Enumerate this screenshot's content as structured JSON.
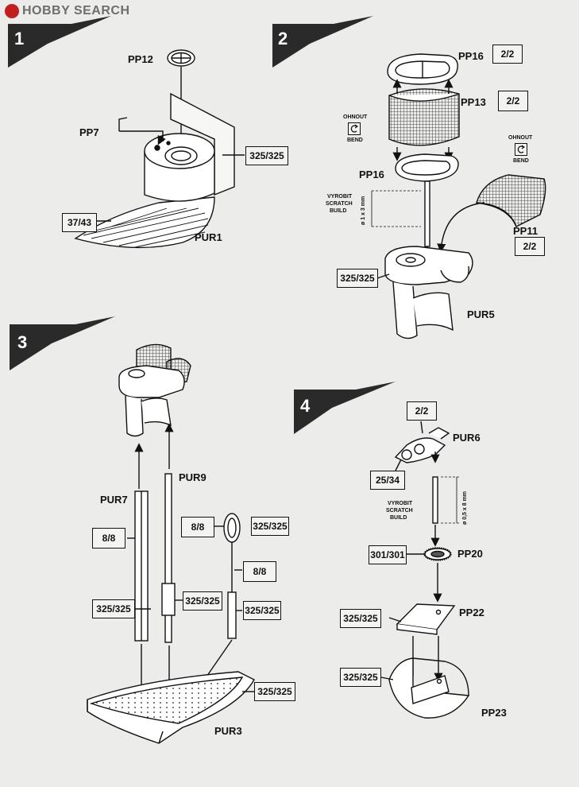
{
  "watermark": {
    "logo_text": "HOBBY SEARCH"
  },
  "steps": [
    {
      "number": "1"
    },
    {
      "number": "2"
    },
    {
      "number": "3"
    },
    {
      "number": "4"
    }
  ],
  "step1": {
    "pp12": "PP12",
    "pp7": "PP7",
    "pur1": "PUR1",
    "box_325": "325/325",
    "box_37": "37/43"
  },
  "step2": {
    "pp16_top": "PP16",
    "box_pp16_top": "2/2",
    "pp13": "PP13",
    "box_pp13": "2/2",
    "ohnout_left": "OHNOUT",
    "bend_left": "BEND",
    "ohnout_right": "OHNOUT",
    "bend_right": "BEND",
    "pp16_bottom": "PP16",
    "vyrobit": "VYROBIT",
    "scratch": "SCRATCH",
    "build": "BUILD",
    "dim": "ø 1 x 3 mm",
    "pp11": "PP11",
    "box_pp11": "2/2",
    "box_325": "325/325",
    "pur5": "PUR5"
  },
  "step3": {
    "pur9": "PUR9",
    "pur7": "PUR7",
    "box_8a": "8/8",
    "box_8b": "8/8",
    "box_8c": "8/8",
    "box_325a": "325/325",
    "box_325b": "325/325",
    "box_325c": "325/325",
    "box_325d": "325/325",
    "box_325e": "325/325",
    "pur3": "PUR3"
  },
  "step4": {
    "box_22": "2/2",
    "pur6": "PUR6",
    "box_25": "25/34",
    "vyrobit": "VYROBIT",
    "scratch": "SCRATCH",
    "build": "BUILD",
    "dim": "ø 0,5 x 8 mm",
    "box_301": "301/301",
    "pp20": "PP20",
    "box_325a": "325/325",
    "pp22": "PP22",
    "box_325b": "325/325",
    "pp23": "PP23"
  }
}
